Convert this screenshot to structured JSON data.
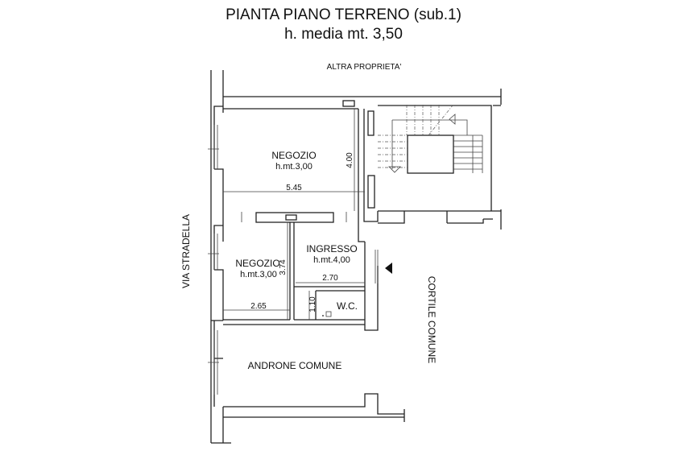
{
  "title": {
    "line1": "PIANTA PIANO TERRENO (sub.1)",
    "line2": "h. media mt. 3,50"
  },
  "labels": {
    "altra_proprieta": "ALTRA PROPRIETA'",
    "via_stradella": "VIA STRADELLA",
    "cortile_comune": "CORTILE COMUNE",
    "androne_comune": "ANDRONE COMUNE",
    "negozio1": "NEGOZIO",
    "negozio1_h": "h.mt.3,00",
    "negozio2": "NEGOZIO",
    "negozio2_h": "h.mt.3,00",
    "ingresso": "INGRESSO",
    "ingresso_h": "h.mt.4,00",
    "wc": "W.C."
  },
  "dimensions": {
    "d545": "5.45",
    "d400": "4.00",
    "d374": "3.74",
    "d270": "2.70",
    "d265": "2.65",
    "d110": "1.10"
  }
}
